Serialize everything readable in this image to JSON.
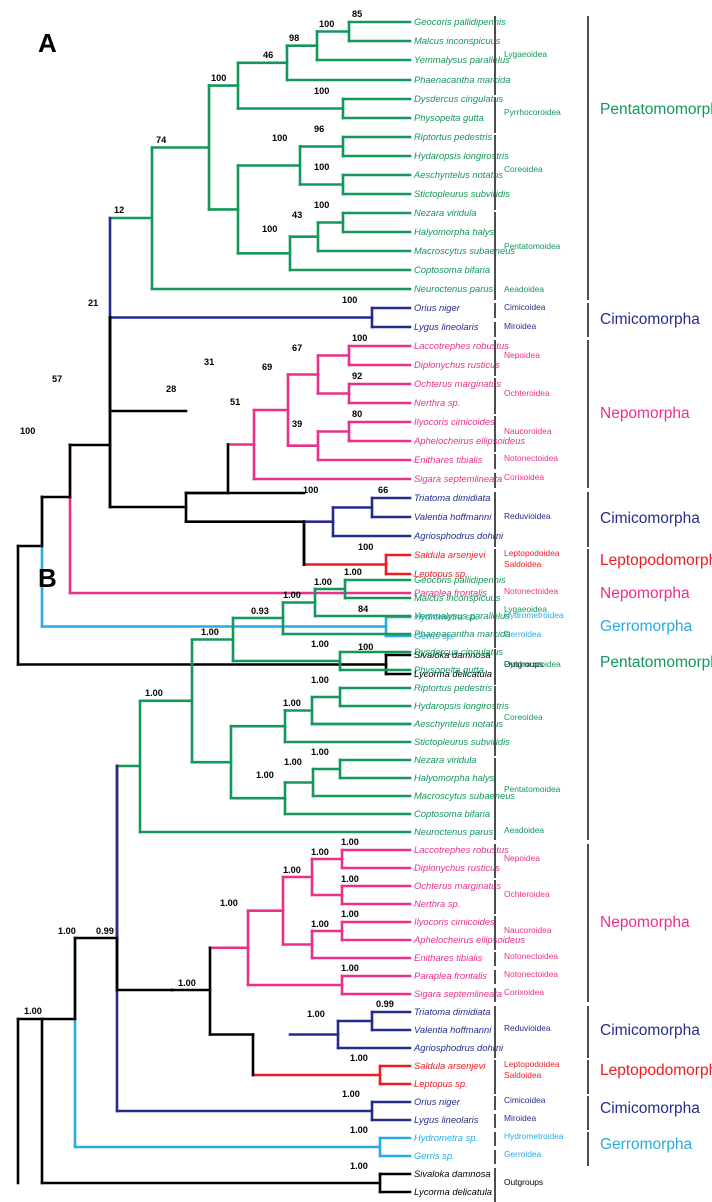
{
  "figure": {
    "panels": [
      {
        "letter": "A",
        "support_type": "bootstrap"
      },
      {
        "letter": "B",
        "support_type": "posterior"
      }
    ]
  },
  "colors": {
    "green": "#14975a",
    "navy": "#262c8c",
    "magenta": "#e9318a",
    "red": "#ec1c24",
    "cyan": "#29abe2",
    "black": "#000000",
    "bracket": "#4d4d4d"
  },
  "taxa": {
    "geocoris": "Geocoris pallidipennis",
    "malcus": "Malcus inconspicuus",
    "yemmalysus": "Yemmalysus parallelus",
    "phaenacantha": "Phaenacantha marcida",
    "dysdercus": "Dysdercus cingulatus",
    "physopelta": "Physopelta gutta",
    "riptortus": "Riptortus pedestris",
    "hydaropsis": "Hydaropsis longirostris",
    "aeschyntelus": "Aeschyntelus notatus",
    "stictopleurus": "Stictopleurus subviridis",
    "nezara": "Nezara viridula",
    "halyomorpha": "Halyomorpha halys",
    "macroscytus": "Macroscytus subaeneus",
    "coptosoma": "Coptosoma bifaria",
    "neuroctenus": "Neuroctenus parus",
    "orius": "Orius niger",
    "lygus": "Lygus lineolaris",
    "laccotrephes": "Laccotrephes robustus",
    "diplonychus": "Diplonychus rusticus",
    "ochterus": "Ochterus marginatus",
    "nerthra": "Nerthra sp.",
    "ilyocoris": "Ilyocoris cimicoides",
    "aphelocheirus": "Aphelocheirus ellipsoideus",
    "enithares": "Enithares tibialis",
    "sigara": "Sigara septemlineata",
    "paraplea": "Paraplea frontalis",
    "triatoma": "Triatoma dimidiata",
    "valentia": "Valentia hoffmanni",
    "agriosphodrus": "Agriosphodrus dohrni",
    "saldula": "Saldula arsenjevi",
    "leptopus": "Leptopus sp.",
    "hydrometra": "Hydrometra sp.",
    "gerris": "Gerris sp.",
    "sivaloka": "Sivaloka damnosa",
    "lycorma": "Lycorma delicatula"
  },
  "superfamilies": {
    "lygaeoidea": "Lygaeoidea",
    "pyrrhocoroidea": "Pyrrhocoroidea",
    "coreoidea": "Coreoidea",
    "pentatomoidea": "Pentatomoidea",
    "aradoidea": "Aeadoidea",
    "cimicoidea": "Cimicoidea",
    "miroidea": "Miroidea",
    "nepoidea": "Nepoidea",
    "ochteroidea": "Ochteroidea",
    "naucoroidea": "Naucoroidea",
    "notonectoidea": "Notonectoidea",
    "corixoidea": "Corixoidea",
    "reduvioidea": "Reduvioidea",
    "leptopodoidea": "Leptopodoidea",
    "saldoidea": "Saldoidea",
    "notonectoidea2": "Notonectoidea",
    "hydrometroidea": "Hydrometroidea",
    "gerroidea": "Gerroidea",
    "outgroups": "Outgroups"
  },
  "infraorders": {
    "pentatomomorpha": "Pentatomomorpha",
    "cimicomorpha": "Cimicomorpha",
    "nepomorpha": "Nepomorpha",
    "leptopodomorpha": "Leptopodomorpha",
    "gerromorpha": "Gerromorpha"
  },
  "panelA_supports": {
    "n_geo_mal": "85",
    "n_lyg3": "100",
    "n_lyg4": "98",
    "n_lyg_pyr": "46",
    "n_pyr": "100",
    "n_cor_rip": "96",
    "n_cor_aes": "100",
    "n_cor": "100",
    "n_pent_nez": "100",
    "n_pent_hal": "43",
    "n_pent": "100",
    "n_penta_all": "100",
    "n_pentato": "74",
    "n_with_arad": "12",
    "n_cim_top": "100",
    "n_nepo": "100",
    "n_nepoid": "67",
    "n_ocht": "92",
    "n_nepo_ocht": "69",
    "n_nauc": "80",
    "n_nauc_not": "39",
    "n_nepo_group": "51",
    "n_nepo_all": "31",
    "n_clade28": "28",
    "n_redu_tri": "66",
    "n_redu": "100",
    "n_lepto": "100",
    "n_21": "21",
    "n_57": "57",
    "n_gerro": "84",
    "n_root": "100",
    "n_out": "100"
  },
  "panelB_supports": {
    "n_geo_mal": "1.00",
    "n_lyg3": "1.00",
    "n_lyg4": "1.00",
    "n_lyg_pyr": "0.93",
    "n_pyr": "1.00",
    "n_cor_rip": "1.00",
    "n_cor": "1.00",
    "n_penta_all": "1.00",
    "n_pent_nez": "1.00",
    "n_pent_hal": "1.00",
    "n_pent": "1.00",
    "n_pentato": "1.00",
    "n_099": "0.99",
    "n_nepoid": "1.00",
    "n_ocht": "1.00",
    "n_nepo_ocht": "1.00",
    "n_nauc": "1.00",
    "n_nauc_not": "1.00",
    "n_nepo_group": "1.00",
    "n_corix": "1.00",
    "n_nepo_all": "1.00",
    "n_redu_tri": "0.99",
    "n_redu": "1.00",
    "n_clade_mid": "1.00",
    "n_lepto": "1.00",
    "n_cim2": "1.00",
    "n_gerro": "1.00",
    "n_upper": "1.00",
    "n_root": "1.00",
    "n_out": "1.00"
  }
}
